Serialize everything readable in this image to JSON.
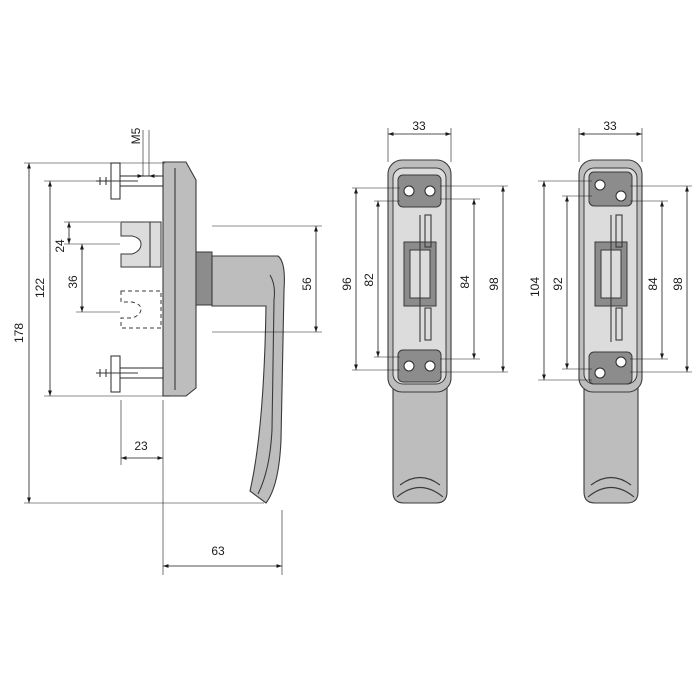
{
  "dimensions": {
    "side_view": {
      "overall_height": "178",
      "fixing_distance": "122",
      "thread": "M5",
      "spindle_offset_24": "24",
      "spindle_offset_36": "36",
      "handle_offset": "56",
      "base_depth": "23",
      "handle_projection": "63"
    },
    "front_view_a": {
      "width": "33",
      "height_96": "96",
      "hole_82": "82",
      "hole_84": "84",
      "height_98": "98"
    },
    "front_view_b": {
      "width": "33",
      "height_104": "104",
      "hole_92": "92",
      "hole_84": "84",
      "height_98": "98"
    }
  }
}
